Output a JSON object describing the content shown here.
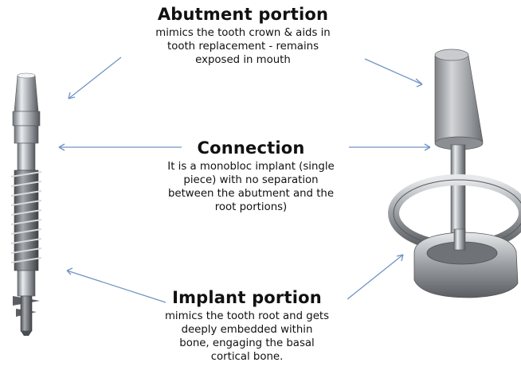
{
  "sections": {
    "abutment": {
      "title": "Abutment portion",
      "lines": [
        "mimics the tooth crown & aids in",
        "tooth replacement - remains",
        "exposed in mouth"
      ]
    },
    "connection": {
      "title": "Connection",
      "lines": [
        "It is a monobloc implant (single",
        "piece) with no separation",
        "between the abutment and the",
        "root portions)"
      ]
    },
    "implant": {
      "title": "Implant portion",
      "lines": [
        "mimics the tooth root and gets",
        "deeply embedded within",
        "bone, engaging the basal",
        "cortical bone."
      ]
    }
  },
  "colors": {
    "arrow": "#6f93c4",
    "text": "#111111",
    "metal": "#b9bcc0"
  }
}
